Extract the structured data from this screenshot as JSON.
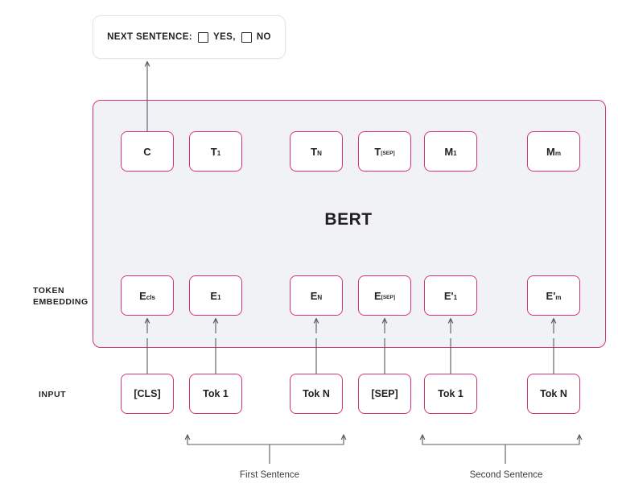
{
  "diagram": {
    "title": "BERT",
    "nsp": {
      "label": "NEXT SENTENCE:",
      "options": [
        {
          "label": "YES,"
        },
        {
          "label": "NO"
        }
      ]
    },
    "row_labels": {
      "token_embedding_line1": "TOKEN",
      "token_embedding_line2": "EMBEDDING",
      "input": "INPUT"
    },
    "output_nodes": [
      {
        "main": "C",
        "sub": ""
      },
      {
        "main": "T",
        "sub": "1"
      },
      {
        "main": "T",
        "sub": "N"
      },
      {
        "main": "T",
        "sub": "[SEP]"
      },
      {
        "main": "M",
        "sub": "1"
      },
      {
        "main": "M",
        "sub": "m"
      }
    ],
    "embedding_nodes": [
      {
        "main": "E",
        "sub": "cls"
      },
      {
        "main": "E",
        "sub": "1"
      },
      {
        "main": "E",
        "sub": "N"
      },
      {
        "main": "E",
        "sub": "[SEP]"
      },
      {
        "main": "E'",
        "sub": "1"
      },
      {
        "main": "E'",
        "sub": "m"
      }
    ],
    "input_nodes": [
      {
        "label": "[CLS]"
      },
      {
        "label": "Tok 1"
      },
      {
        "label": "Tok N"
      },
      {
        "label": "[SEP]"
      },
      {
        "label": "Tok 1"
      },
      {
        "label": "Tok N"
      }
    ],
    "captions": [
      {
        "label": "First Sentence"
      },
      {
        "label": "Second Sentence"
      }
    ],
    "colors": {
      "accent": "#d6327c",
      "panel": "#f1f2f5",
      "arrow": "#5a5a66",
      "text": "#231f20"
    }
  }
}
